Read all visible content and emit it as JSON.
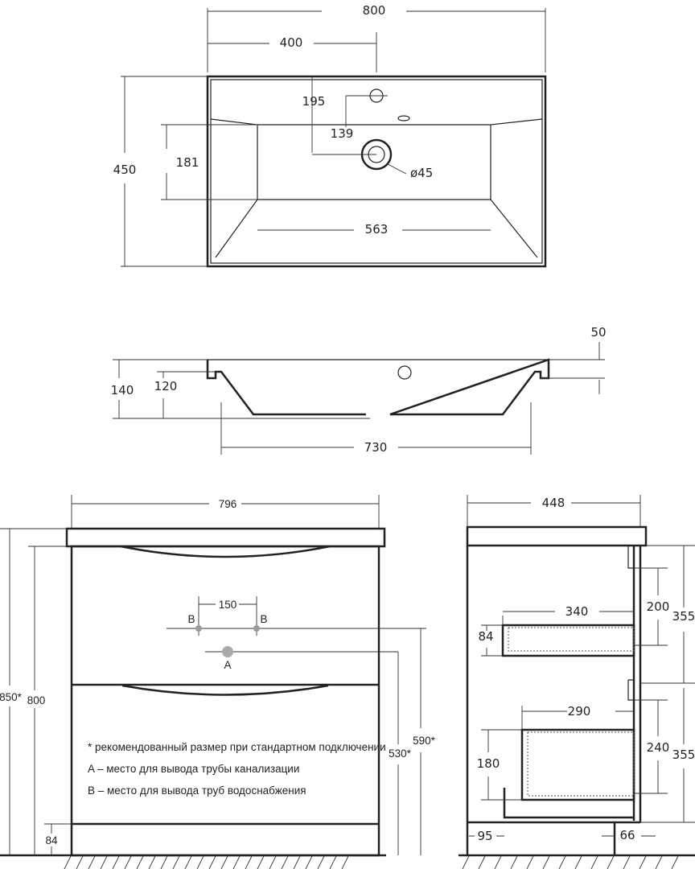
{
  "plan_view": {
    "overall_width": "800",
    "half_width": "400",
    "tap_hole_offset": "195",
    "drain_offset": "139",
    "bowl_depth": "181",
    "overall_depth": "450",
    "drain_diameter": "ø45",
    "bowl_width": "563"
  },
  "section_view": {
    "rim_height": "50",
    "overall_height": "140",
    "bowl_height": "120",
    "bowl_width": "730"
  },
  "front_view": {
    "cabinet_width": "796",
    "tap_spacing": "150",
    "water_label_left": "B",
    "water_label_right": "B",
    "drain_label": "A",
    "total_height": "850*",
    "cabinet_height": "800",
    "drain_height": "530*",
    "water_height": "590*",
    "plinth_height": "84",
    "notes": [
      "* рекомендованный размер при стандартном подключении",
      "A – место для вывода трубы канализации",
      "B – место для вывода труб водоснабжения"
    ]
  },
  "side_view": {
    "depth": "448",
    "upper_drawer_depth": "340",
    "upper_drawer_height": "84",
    "upper_drawer_inner": "200",
    "upper_section": "355",
    "lower_drawer_depth": "290",
    "lower_drawer_height": "180",
    "lower_drawer_inner": "240",
    "lower_section": "355",
    "front_offset": "95",
    "back_offset": "66"
  }
}
